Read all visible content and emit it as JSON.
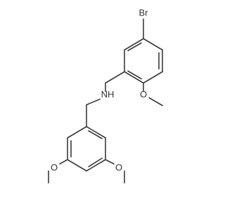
{
  "molecule": {
    "atoms": {
      "br": "Br",
      "nh": "NH",
      "o_top": "O",
      "o_left": "O",
      "o_right": "O"
    }
  }
}
